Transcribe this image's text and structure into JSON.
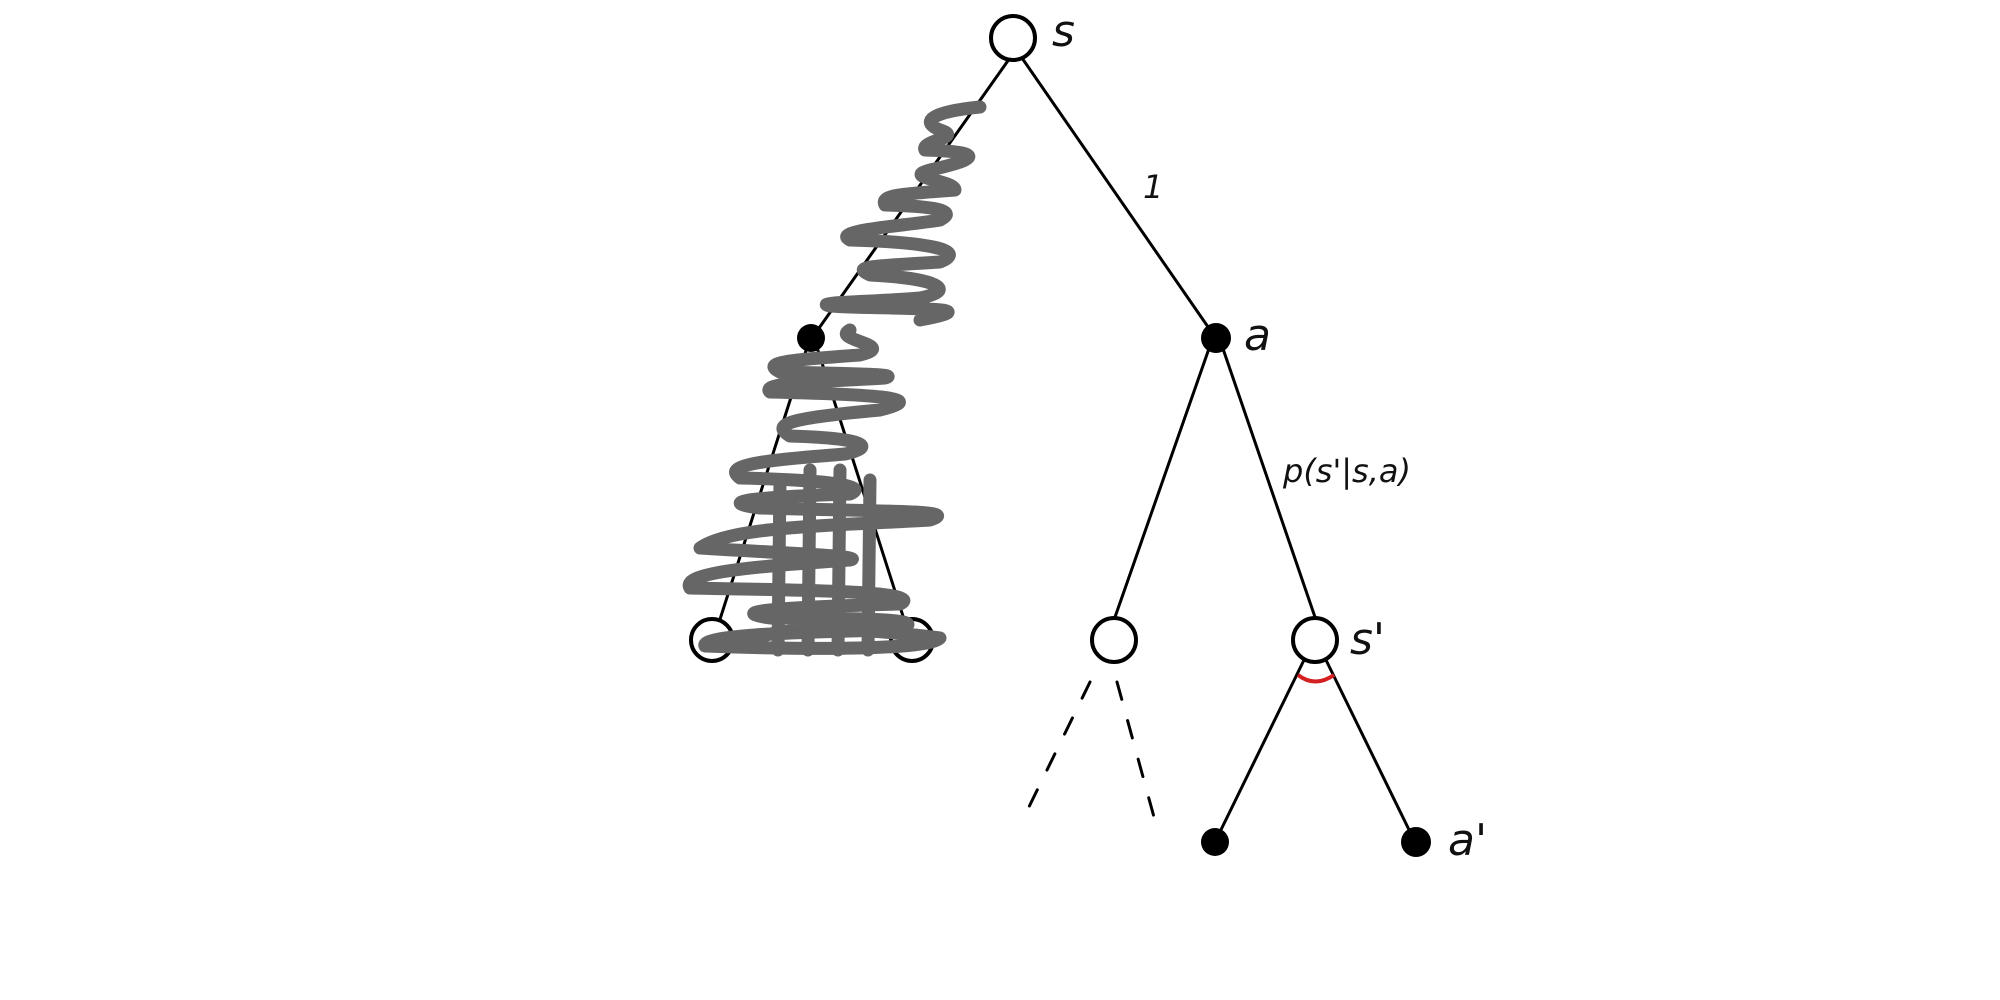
{
  "nodes": {
    "root_state": "s",
    "action_a": "a",
    "next_state": "s'",
    "next_action": "a'"
  },
  "edges": {
    "root_to_a_label": "1",
    "a_to_next_state_label": "p(s'|s,a)"
  },
  "colors": {
    "edge": "#000000",
    "scribble": "#666666",
    "arc": "#d42020"
  }
}
